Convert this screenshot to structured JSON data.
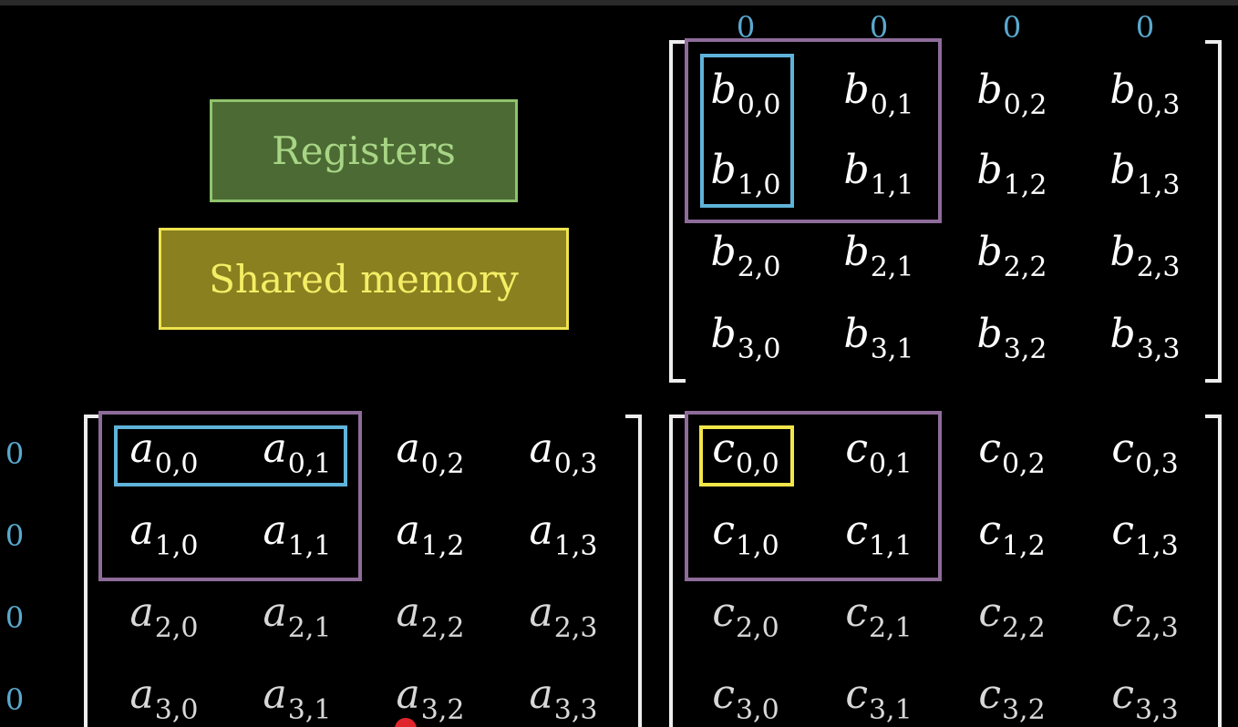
{
  "legend": {
    "registers_label": "Registers",
    "shared_memory_label": "Shared memory"
  },
  "matrices": {
    "b": [
      [
        {
          "base": "b",
          "sub": "0,0"
        },
        {
          "base": "b",
          "sub": "0,1"
        },
        {
          "base": "b",
          "sub": "0,2"
        },
        {
          "base": "b",
          "sub": "0,3"
        }
      ],
      [
        {
          "base": "b",
          "sub": "1,0"
        },
        {
          "base": "b",
          "sub": "1,1"
        },
        {
          "base": "b",
          "sub": "1,2"
        },
        {
          "base": "b",
          "sub": "1,3"
        }
      ],
      [
        {
          "base": "b",
          "sub": "2,0"
        },
        {
          "base": "b",
          "sub": "2,1"
        },
        {
          "base": "b",
          "sub": "2,2"
        },
        {
          "base": "b",
          "sub": "2,3"
        }
      ],
      [
        {
          "base": "b",
          "sub": "3,0"
        },
        {
          "base": "b",
          "sub": "3,1"
        },
        {
          "base": "b",
          "sub": "3,2"
        },
        {
          "base": "b",
          "sub": "3,3"
        }
      ]
    ],
    "a": [
      [
        {
          "base": "a",
          "sub": "0,0"
        },
        {
          "base": "a",
          "sub": "0,1"
        },
        {
          "base": "a",
          "sub": "0,2"
        },
        {
          "base": "a",
          "sub": "0,3"
        }
      ],
      [
        {
          "base": "a",
          "sub": "1,0"
        },
        {
          "base": "a",
          "sub": "1,1"
        },
        {
          "base": "a",
          "sub": "1,2"
        },
        {
          "base": "a",
          "sub": "1,3"
        }
      ],
      [
        {
          "base": "a",
          "sub": "2,0"
        },
        {
          "base": "a",
          "sub": "2,1"
        },
        {
          "base": "a",
          "sub": "2,2"
        },
        {
          "base": "a",
          "sub": "2,3"
        }
      ],
      [
        {
          "base": "a",
          "sub": "3,0"
        },
        {
          "base": "a",
          "sub": "3,1"
        },
        {
          "base": "a",
          "sub": "3,2"
        },
        {
          "base": "a",
          "sub": "3,3"
        }
      ]
    ],
    "c": [
      [
        {
          "base": "c",
          "sub": "0,0"
        },
        {
          "base": "c",
          "sub": "0,1"
        },
        {
          "base": "c",
          "sub": "0,2"
        },
        {
          "base": "c",
          "sub": "0,3"
        }
      ],
      [
        {
          "base": "c",
          "sub": "1,0"
        },
        {
          "base": "c",
          "sub": "1,1"
        },
        {
          "base": "c",
          "sub": "1,2"
        },
        {
          "base": "c",
          "sub": "1,3"
        }
      ],
      [
        {
          "base": "c",
          "sub": "2,0"
        },
        {
          "base": "c",
          "sub": "2,1"
        },
        {
          "base": "c",
          "sub": "2,2"
        },
        {
          "base": "c",
          "sub": "2,3"
        }
      ],
      [
        {
          "base": "c",
          "sub": "3,0"
        },
        {
          "base": "c",
          "sub": "3,1"
        },
        {
          "base": "c",
          "sub": "3,2"
        },
        {
          "base": "c",
          "sub": "3,3"
        }
      ]
    ]
  },
  "top_zeros": [
    "0",
    "0",
    "0",
    "0"
  ],
  "left_zeros": [
    "0",
    "0",
    "0",
    "0"
  ],
  "colors": {
    "registers": "#8fc36d",
    "shared_memory": "#eee44e",
    "tile": "#8e6c9a",
    "register_highlight": "#5fb3d9",
    "zero_label": "#5aa9cf"
  }
}
